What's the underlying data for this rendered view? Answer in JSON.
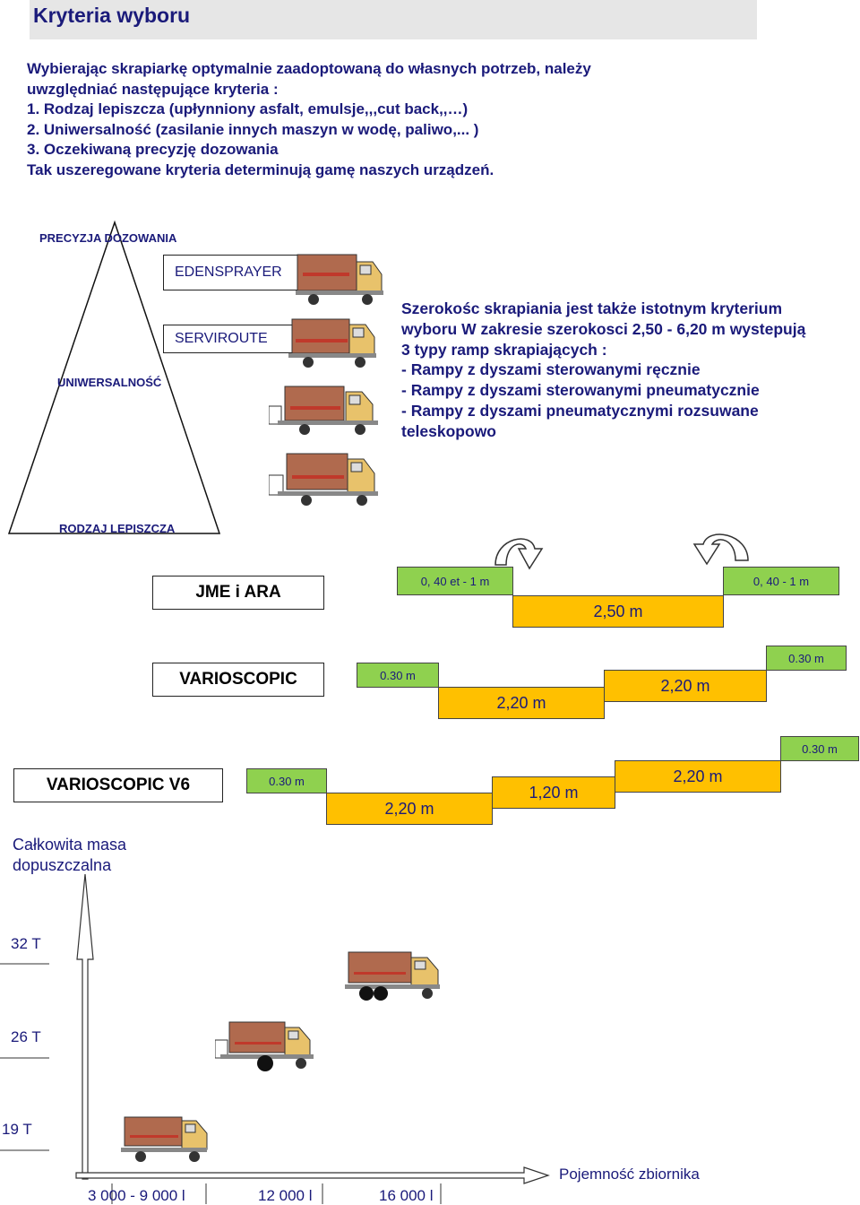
{
  "title": "Kryteria wyboru",
  "intro": [
    "Wybierając skrapiarkę optymalnie zaadoptowaną do własnych potrzeb, należy",
    "uwzględniać następujące kryteria :",
    "1. Rodzaj lepiszcza (upłynniony asfalt, emulsje,,,cut back,,…)",
    "2. Uniwersalność  (zasilanie innych maszyn w wodę, paliwo,... )",
    "3. Oczekiwaną precyzję dozowania",
    "Tak uszeregowane kryteria determinują gamę naszych urządzeń."
  ],
  "triangle": {
    "top": "PRECYZJA DOZOWANIA",
    "middle": "UNIWERSALNOŚĆ",
    "bottom": "RODZAJ LEPISZCZA"
  },
  "models": {
    "edensprayer": "EDENSPRAYER",
    "serviroute": "SERVIROUTE"
  },
  "description": [
    "Szerokośc skrapiania jest także istotnym kryterium",
    "wyboru W zakresie szerokosci 2,50 - 6,20 m wystepują",
    "3 typy ramp skrapiających :",
    "- Rampy z dyszami sterowanymi ręcznie",
    "- Rampy z dyszami sterowanymi pneumatycznie",
    "- Rampy z dyszami pneumatycznymi rozsuwane",
    "teleskopowo"
  ],
  "ramps": {
    "jme": {
      "name": "JME i ARA",
      "left": "0, 40 et - 1 m",
      "center": "2,50 m",
      "right": "0, 40 - 1 m"
    },
    "varioscopic": {
      "name": "VARIOSCOPIC",
      "left": "0.30  m",
      "seg1": "2,20 m",
      "seg2": "2,20 m",
      "right": "0.30  m"
    },
    "v6": {
      "name": "VARIOSCOPIC V6",
      "left": "0.30  m",
      "seg1": "2,20 m",
      "seg2": "1,20 m",
      "seg3": "2,20 m",
      "right": "0.30  m"
    }
  },
  "mass_chart": {
    "y_label": "Całkowita masa dopuszczalna",
    "y_label_line1": "Całkowita masa",
    "y_label_line2": "dopuszczalna",
    "y_ticks": [
      "32 T",
      "26 T",
      "19 T"
    ],
    "x_ticks": [
      "3 000 - 9 000 l",
      "12 000 l",
      "16 000 l"
    ],
    "x_label": "Pojemność zbiornika"
  },
  "colors": {
    "text": "#1a1a7a",
    "green": "#8fd14f",
    "orange": "#ffc000",
    "truck_cab": "#e8c26b",
    "tank": "#b06a4e"
  }
}
